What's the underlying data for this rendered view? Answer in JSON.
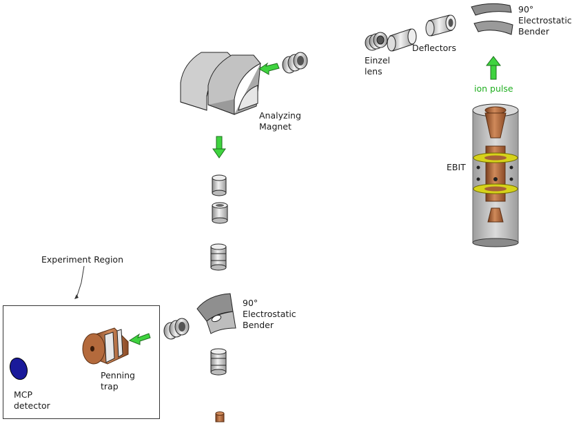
{
  "labels": {
    "bender_top_line1": "90°",
    "bender_top_line2": "Electrostatic",
    "bender_top_line3": "Bender",
    "deflectors": "Deflectors",
    "einzel_line1": "Einzel",
    "einzel_line2": "lens",
    "ion_pulse": "ion pulse",
    "ebit": "EBIT",
    "analyzing_line1": "Analyzing",
    "analyzing_line2": "Magnet",
    "experiment_region": "Experiment Region",
    "bender_bottom_line1": "90°",
    "bender_bottom_line2": "Electrostatic",
    "bender_bottom_line3": "Bender",
    "penning_line1": "Penning",
    "penning_line2": "trap",
    "mcp_line1": "MCP",
    "mcp_line2": "detector"
  },
  "colors": {
    "arrow_green": "#3fd33f",
    "ion_pulse_text": "#1fae1f",
    "copper": "#b46a3c",
    "yellow_ring": "#d6d21a",
    "mcp_blue": "#1a1a9a",
    "metal_gray": "#c9c9c9"
  }
}
